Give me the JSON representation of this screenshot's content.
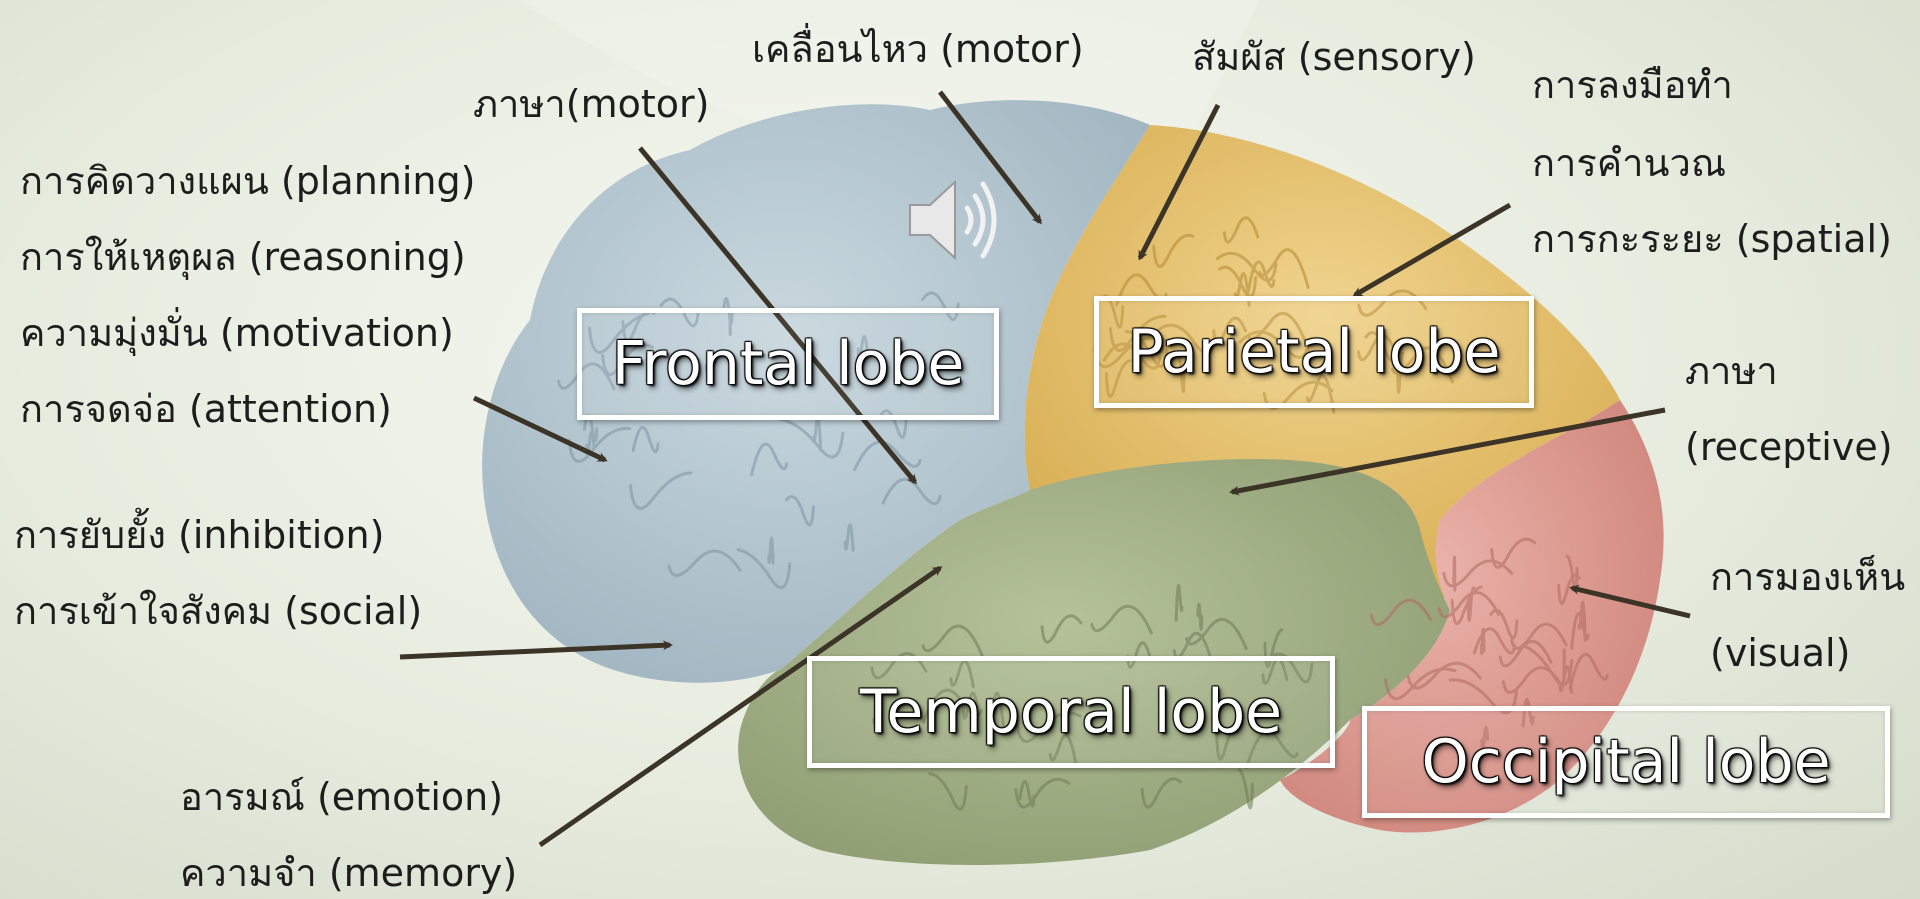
{
  "colors": {
    "frontal": "#b9cad3",
    "parietal": "#e5c272",
    "temporal": "#a3b08a",
    "occipital": "#e4a39a",
    "arrow": "#3b3427"
  },
  "lobes": {
    "frontal": "Frontal lobe",
    "parietal": "Parietal lobe",
    "temporal": "Temporal lobe",
    "occipital": "Occipital lobe"
  },
  "labels": {
    "motor": "เคลื่อนไหว (motor)",
    "sensory": "สัมผัส (sensory)",
    "language_motor": "ภาษา(motor)",
    "planning": "การคิดวางแผน (planning)",
    "reasoning": "การให้เหตุผล (reasoning)",
    "motivation": "ความมุ่งมั่น (motivation)",
    "attention": "การจดจ่อ (attention)",
    "inhibition": "การยับยั้ง (inhibition)",
    "social": "การเข้าใจสังคม (social)",
    "emotion": "อารมณ์ (emotion)",
    "memory": "ความจำ (memory)",
    "handwork": "การลงมือทำ",
    "calculation": "การคำนวณ",
    "spatial": "การกะระยะ (spatial)",
    "language_receptive_1": "ภาษา",
    "language_receptive_2": "(receptive)",
    "visual_1": "การมองเห็น",
    "visual_2": "(visual)"
  },
  "icons": {
    "audio": "speaker-icon"
  }
}
